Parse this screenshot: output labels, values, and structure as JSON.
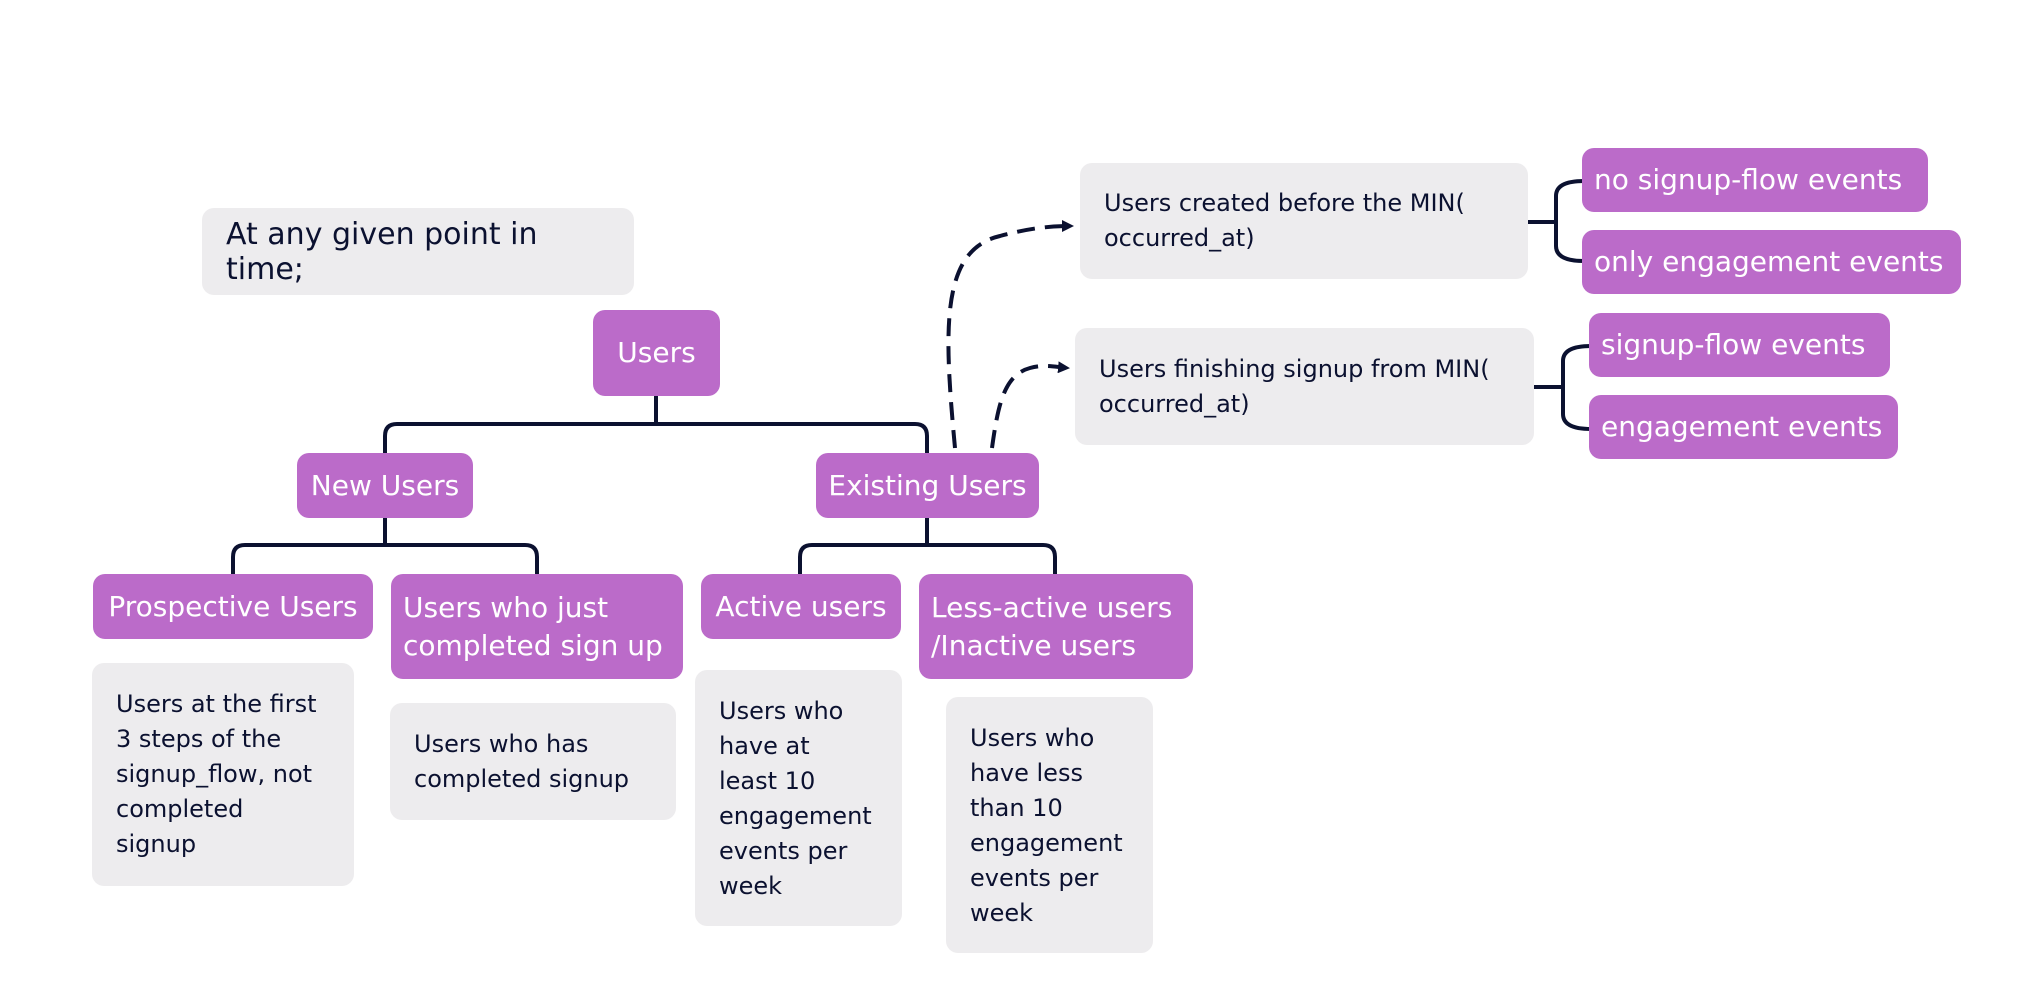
{
  "intro": "At any given point in time;",
  "root": "Users",
  "new_users": "New Users",
  "existing_users": "Existing Users",
  "prospective_users": "Prospective Users",
  "just_signed_up": "Users who just\ncompleted sign up",
  "active_users": "Active users",
  "less_active_users": "Less-active users\n/Inactive users",
  "prospective_desc": "Users at the first\n3 steps of the\nsignup_flow, not\ncompleted\nsignup",
  "just_signed_up_desc": "Users who has\ncompleted signup",
  "active_desc": "Users who\nhave at\nleast 10\nengagement\n events per\nweek",
  "less_active_desc": "Users who\nhave less\nthan 10\nengagement\n events per\nweek",
  "created_before": "Users created before the MIN(\noccurred_at)",
  "finishing_signup": "Users finishing signup from MIN(\noccurred_at)",
  "no_signup_flow_events": "no signup-flow events",
  "only_engagement_events": "only engagement events",
  "signup_flow_events": "signup-flow events",
  "engagement_events": "engagement events",
  "colors": {
    "node_fill": "#bb6bc9",
    "node_text": "#ffffff",
    "note_fill": "#edecee",
    "note_text": "#0b1130",
    "connector": "#0b1130"
  }
}
